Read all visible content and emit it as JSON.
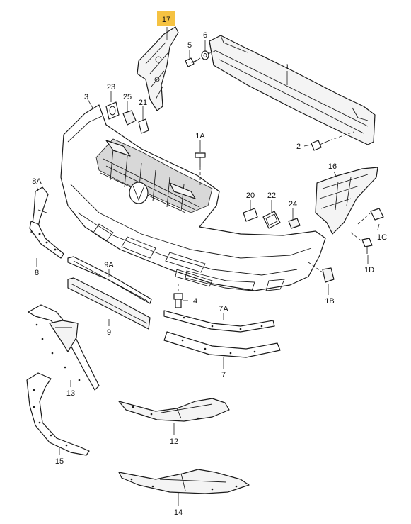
{
  "diagram": {
    "highlight_color": "#f5c242",
    "callouts": [
      {
        "id": "c17",
        "text": "17",
        "highlighted": true
      },
      {
        "id": "c6",
        "text": "6"
      },
      {
        "id": "c5",
        "text": "5"
      },
      {
        "id": "c1",
        "text": "1"
      },
      {
        "id": "c23",
        "text": "23"
      },
      {
        "id": "c25",
        "text": "25"
      },
      {
        "id": "c21",
        "text": "21"
      },
      {
        "id": "c3",
        "text": "3"
      },
      {
        "id": "c2",
        "text": "2"
      },
      {
        "id": "c1A",
        "text": "1A"
      },
      {
        "id": "c16",
        "text": "16"
      },
      {
        "id": "c8A",
        "text": "8A"
      },
      {
        "id": "c20",
        "text": "20"
      },
      {
        "id": "c22",
        "text": "22"
      },
      {
        "id": "c24",
        "text": "24"
      },
      {
        "id": "c1C",
        "text": "1C"
      },
      {
        "id": "c1D",
        "text": "1D"
      },
      {
        "id": "c8",
        "text": "8"
      },
      {
        "id": "c9A",
        "text": "9A"
      },
      {
        "id": "c1B",
        "text": "1B"
      },
      {
        "id": "c4",
        "text": "4"
      },
      {
        "id": "c7A",
        "text": "7A"
      },
      {
        "id": "c9",
        "text": "9"
      },
      {
        "id": "c7",
        "text": "7"
      },
      {
        "id": "c13",
        "text": "13"
      },
      {
        "id": "c12",
        "text": "12"
      },
      {
        "id": "c15",
        "text": "15"
      },
      {
        "id": "c14",
        "text": "14"
      }
    ]
  }
}
